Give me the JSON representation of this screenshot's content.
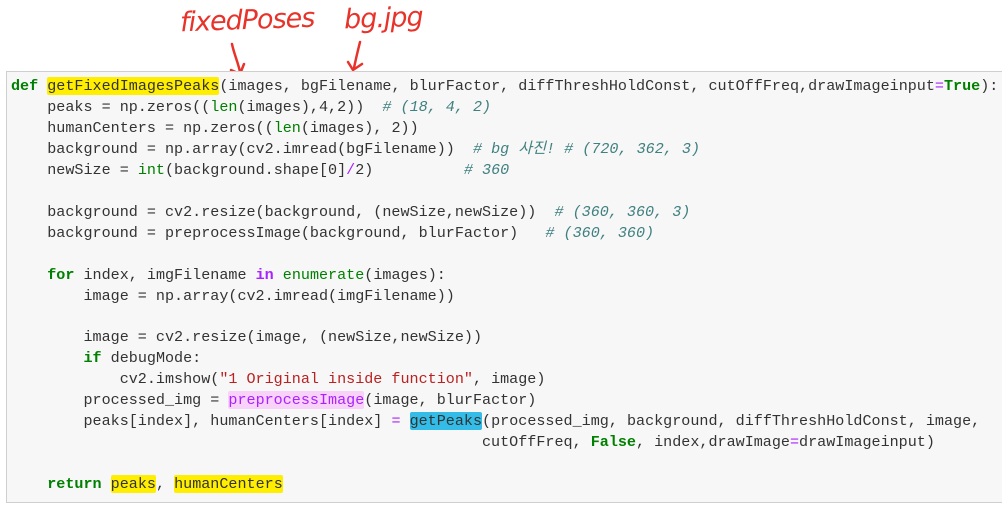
{
  "annotations": {
    "left_note": "fixedPoses",
    "right_note": "bg.jpg",
    "color": "#e8332b"
  },
  "code": {
    "line1": {
      "kw_def": "def",
      "fn_name": "getFixedImagesPeaks",
      "params": "(images, bgFilename, blurFactor, diffThreshHoldConst, cutOffFreq,drawImageinput",
      "eq": "=",
      "true_kw": "True",
      "end": "):"
    },
    "line2": {
      "pre": "    peaks = np.zeros((",
      "len": "len",
      "post": "(images),4,2))  ",
      "comment": "# (18, 4, 2)"
    },
    "line3": {
      "pre": "    humanCenters = np.zeros((",
      "len": "len",
      "post": "(images), 2))"
    },
    "line4": {
      "code": "    background = np.array(cv2.imread(bgFilename))  ",
      "comment": "# bg 사진! # (720, 362, 3)"
    },
    "line5": {
      "pre": "    newSize = ",
      "int": "int",
      "mid": "(background.shape[0]",
      "slash": "/",
      "post": "2)          ",
      "comment": "# 360"
    },
    "line7": {
      "code": "    background = cv2.resize(background, (newSize,newSize))  ",
      "comment": "# (360, 360, 3)"
    },
    "line8": {
      "code": "    background = preprocessImage(background, blurFactor)   ",
      "comment": "# (360, 360)"
    },
    "line10": {
      "kw_for": "for",
      "mid": " index, imgFilename ",
      "kw_in": "in",
      "enumerate": "enumerate",
      "post": "(images):"
    },
    "line11": {
      "code": "        image = np.array(cv2.imread(imgFilename))"
    },
    "line13": {
      "code": "        image = cv2.resize(image, (newSize,newSize))"
    },
    "line14": {
      "kw_if": "if",
      "post": " debugMode:"
    },
    "line15": {
      "pre": "            cv2.imshow(",
      "str": "\"1 Original inside function\"",
      "post": ", image)"
    },
    "line16": {
      "pre": "        processed_img = ",
      "fn": "preprocessImage",
      "post": "(image, blurFactor)"
    },
    "line17": {
      "pre": "        peaks[index], humanCenters[index] ",
      "eq": "=",
      "fn": "getPeaks",
      "post": "(processed_img, background, diffThreshHoldConst, image,"
    },
    "line18": {
      "pre": "                                                    cutOffFreq, ",
      "false_kw": "False",
      "mid": ", index,drawImage",
      "eq": "=",
      "post": "drawImageinput)"
    },
    "line20": {
      "kw_return": "return",
      "v1": "peaks",
      "sep": ", ",
      "v2": "humanCenters"
    }
  },
  "colors": {
    "keyword": "#008000",
    "comment": "#408080",
    "string": "#ba2121",
    "operator": "#aa22ff",
    "highlight_yellow": "#ffee00",
    "highlight_pink": "#f9d2f9",
    "highlight_blue": "#33bce8"
  }
}
